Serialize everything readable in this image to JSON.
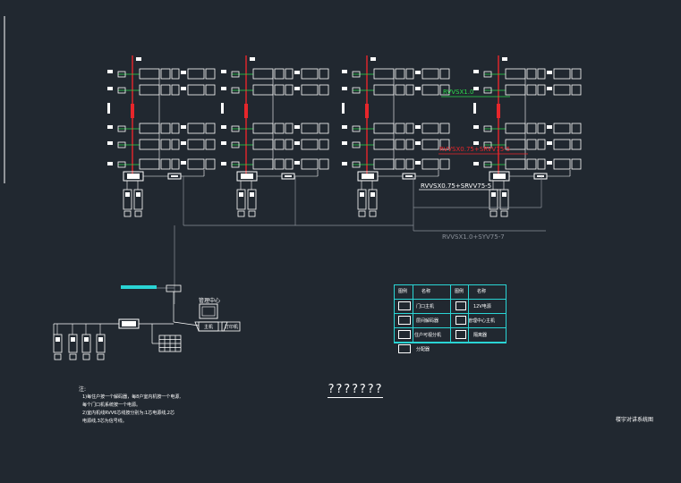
{
  "cables": {
    "rvv_top": "RVVSX1.0",
    "rvv_mid": "RVVSX0.75+SRVV75-5",
    "rvv_lower": "RVVSX0.75+SRVV75-5",
    "rvv_bottom": "RVVSX1.0+SYV75-7"
  },
  "control_center": {
    "label": "管理中心",
    "host": "主机",
    "printer": "打印机"
  },
  "legend": {
    "header_symbol_a": "图例",
    "header_name_a": "名称",
    "header_symbol_b": "图例",
    "header_name_b": "名称",
    "rows": [
      {
        "name_a": "门口主机",
        "name_b": "12V电源"
      },
      {
        "name_a": "层间解码器",
        "name_b": "管理中心主机"
      },
      {
        "name_a": "住户可视分机",
        "name_b": "隔离器"
      },
      {
        "name_a": "分配器",
        "name_b": ""
      }
    ]
  },
  "notes": {
    "heading": "注:",
    "lines": [
      "1)每住户按一个解码器，每8户室内机按一个电源,",
      "  每个门口机系统按一个电源。",
      "2)室内机线RVV6芯线按分别为:1芯电源线,2芯",
      "  电源线,3芯为信号线。"
    ]
  },
  "title": "???????",
  "caption": "楼宇对讲系统图",
  "colors": {
    "background": "#212830",
    "line": "#ffffff",
    "riser": "#e8262b",
    "green": "#2bd94b",
    "cyan": "#2ad4d4"
  }
}
